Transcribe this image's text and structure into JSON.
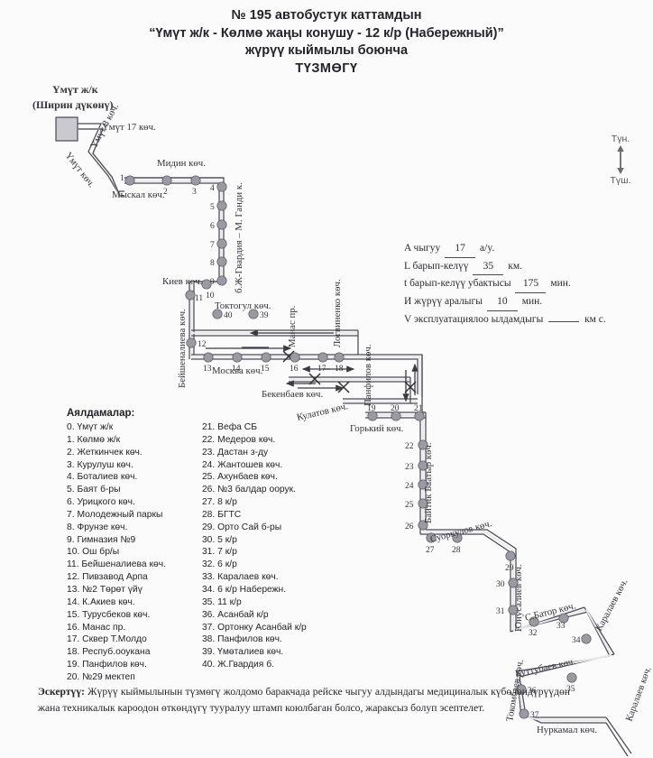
{
  "title": {
    "line1": "№ 195 автобустук каттамдын",
    "line2": "“Үмүт ж/к - Көлмө жаңы конушу - 12 к/р (Набережный)”",
    "line3": "жүрүү кыймылы боюнча",
    "line4": "ТҮЗМӨГҮ"
  },
  "compass": {
    "north": "Түн.",
    "south": "Түш."
  },
  "params": {
    "a_label": "A чыгуу",
    "a_value": "17",
    "a_unit": "a/y.",
    "l_label": "L барып-келүү",
    "l_value": "35",
    "l_unit": "км.",
    "t_label": "t барып-келүү убактысы",
    "t_value": "175",
    "t_unit": "мин.",
    "i_label": "И жүрүү аралыгы",
    "i_value": "10",
    "i_unit": "мин.",
    "v_label": "V эксплуатациялоо ылдамдыгы",
    "v_value": "",
    "v_unit": "км с."
  },
  "terminal": {
    "line1": "Үмүт ж/к",
    "line2": "(Ширин дүкөнү)"
  },
  "streets": [
    {
      "name": "Үмүт 8 көч."
    },
    {
      "name": "Үмүт 17 көч."
    },
    {
      "name": "Үмүт көч."
    },
    {
      "name": "Мыскал көч."
    },
    {
      "name": "Мидин көч."
    },
    {
      "name": "б.Ж-Гвардия – М. Ганди к."
    },
    {
      "name": "Киев көч."
    },
    {
      "name": "Бейшеналиева көч."
    },
    {
      "name": "Токтогул көч."
    },
    {
      "name": "Москва көч."
    },
    {
      "name": "Манас пр."
    },
    {
      "name": "Логвиненко көч."
    },
    {
      "name": "Бекенбаев көч."
    },
    {
      "name": "Кулатов көч."
    },
    {
      "name": "Панфилов көч."
    },
    {
      "name": "Горький көч."
    },
    {
      "name": "Байтик Баатыр көч."
    },
    {
      "name": "Суоркулов көч."
    },
    {
      "name": "Юнусалиев көч."
    },
    {
      "name": "С.Батор көч."
    },
    {
      "name": "Каралаев көч."
    },
    {
      "name": "Куттубаев көч."
    },
    {
      "name": "Токомбаев көч."
    },
    {
      "name": "Нуркамал көч."
    }
  ],
  "stops_heading": "Аялдамалар:",
  "stops_col1": [
    "0. Үмүт ж/к",
    "1. Көлмө ж/к",
    "2. Жеткинчек көч.",
    "3. Курулуш көч.",
    "4. Боталиев көч.",
    "5. Баят б-ры",
    "6. Урицкого көч.",
    "7. Молодежный паркы",
    "8. Фрунзе көч.",
    "9. Гимназия №9",
    "10. Ош бр/ы",
    "11. Бейшеналиева көч.",
    "12. Пивзавод Арпа",
    "13. №2 Төрөт үйү",
    "14. К.Акиев көч.",
    "15. Турусбеков көч.",
    "16. Манас пр.",
    "17. Сквер Т.Молдо",
    "18. Респуб.ооукана",
    "19. Панфилов көч.",
    "20. №29 мектеп"
  ],
  "stops_col2": [
    "21. Вефа СБ",
    "22. Медеров көч.",
    "23. Дастан з-ду",
    "24. Жантошев көч.",
    "25. Ахунбаев көч.",
    "26. №3 балдар оорук.",
    "27. 8 к/р",
    "28. БГТС",
    "29. Орто Сай б-ры",
    "30. 5 к/р",
    "31. 7 к/р",
    "32. 6 к/р",
    "33. Каралаев көч.",
    "34. 6 к/р Набережн.",
    "35. 11 к/р",
    "36. Асанбай к/р",
    "37. Ортонку Асанбай к/р",
    "38. Панфилов көч.",
    "39. Үмөталиев көч.",
    "40. Ж.Гвардия б."
  ],
  "stop_markers": [
    "1",
    "2",
    "3",
    "4",
    "5",
    "6",
    "7",
    "8",
    "9",
    "10",
    "11",
    "12",
    "13",
    "14",
    "15",
    "16",
    "17",
    "18",
    "19",
    "20",
    "21",
    "22",
    "23",
    "24",
    "25",
    "26",
    "27",
    "28",
    "29",
    "30",
    "31",
    "32",
    "33",
    "34",
    "35",
    "36",
    "37",
    "39",
    "40"
  ],
  "note": {
    "label": "Эскертүү:",
    "text": "Жүрүү кыймылынын түзмөгү жолдомо баракчада рейске чыгуу алдындагы медициналык күбөлөндүрүүдөн жана техникалык кароодон өткөндүгү тууралуу штамп коюлбаган болсо, жараксыз болуп эсептелет."
  },
  "colors": {
    "route_line": "#4a4a52",
    "route_fill": "#f2f2f4",
    "stop_dot": "#9a9aa2",
    "stop_dot_stroke": "#55555d",
    "text": "#2a2a2e",
    "background": "#fbfbfc"
  }
}
